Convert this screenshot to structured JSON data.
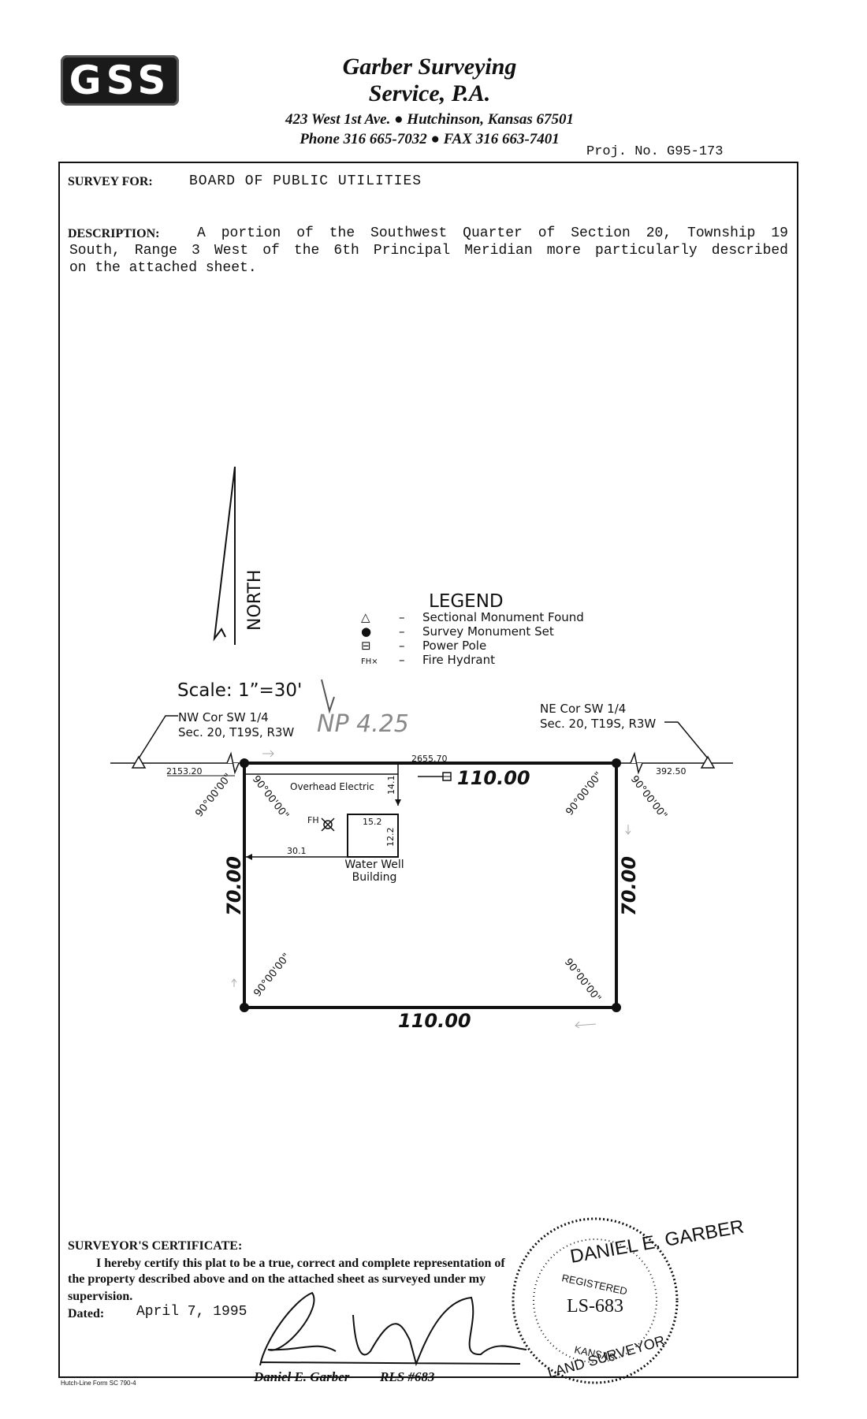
{
  "header": {
    "logo_text": "GSS",
    "company_line1": "Garber Surveying",
    "company_line2": "Service, P.A.",
    "address": "423 West 1st Ave. ● Hutchinson, Kansas 67501",
    "phone_fax": "Phone 316 665-7032 ● FAX 316 663-7401",
    "project_no": "Proj. No. G95-173"
  },
  "survey_for": {
    "label": "SURVEY FOR:",
    "value": "BOARD OF PUBLIC UTILITIES"
  },
  "description": {
    "label": "DESCRIPTION:",
    "line1": "A portion of the Southwest Quarter of Section 20, Township 19",
    "line2": "South, Range 3 West of the 6th Principal Meridian more particularly described",
    "line3": "on the attached sheet."
  },
  "plat": {
    "north_label": "NORTH",
    "scale": "Scale: 1”=30'",
    "legend": {
      "title": "LEGEND",
      "items": [
        {
          "symbol": "△",
          "dash": "–",
          "label": "Sectional Monument Found"
        },
        {
          "symbol": "●",
          "dash": "–",
          "label": "Survey Monument Set"
        },
        {
          "symbol": "⊟",
          "dash": "–",
          "label": "Power Pole"
        },
        {
          "symbol": "FH⨯",
          "dash": "–",
          "label": "Fire Hydrant"
        }
      ]
    },
    "nw_corner": {
      "line1": "NW Cor SW 1/4",
      "line2": "Sec. 20, T19S, R3W"
    },
    "ne_corner": {
      "line1": "NE Cor SW 1/4",
      "line2": "Sec. 20, T19S, R3W"
    },
    "handwritten_note": "NP 4.25",
    "dims": {
      "west_tie": "2153.20",
      "top_total": "2655.70",
      "east_tie": "392.50",
      "north_side": "110.00",
      "south_side": "110.00",
      "west_side": "70.00",
      "east_side": "70.00",
      "overhead_offset": "14.1",
      "building_width": "15.2",
      "building_height": "12.2",
      "building_offset": "30.1"
    },
    "angle_label": "90°00'00\"",
    "overhead_electric": "Overhead Electric",
    "fh_label": "FH",
    "water_well_line1": "Water Well",
    "water_well_line2": "Building"
  },
  "certificate": {
    "title": "SURVEYOR'S CERTIFICATE:",
    "line1": "I hereby certify this plat to be a true, correct and complete representation of",
    "line2": "the property described above and on the attached sheet as surveyed under my",
    "line3": "supervision.",
    "dated_label": "Dated:",
    "dated_value": "April 7, 1995",
    "signer": "Daniel E. Garber",
    "rls": "RLS #683"
  },
  "seal": {
    "name": "DANIEL E. GARBER",
    "registered": "REGISTERED",
    "license": "LS-683",
    "state": "KANSAS",
    "title": "LAND SURVEYOR"
  },
  "form_ref": "Hutch-Line Form SC 790-4"
}
